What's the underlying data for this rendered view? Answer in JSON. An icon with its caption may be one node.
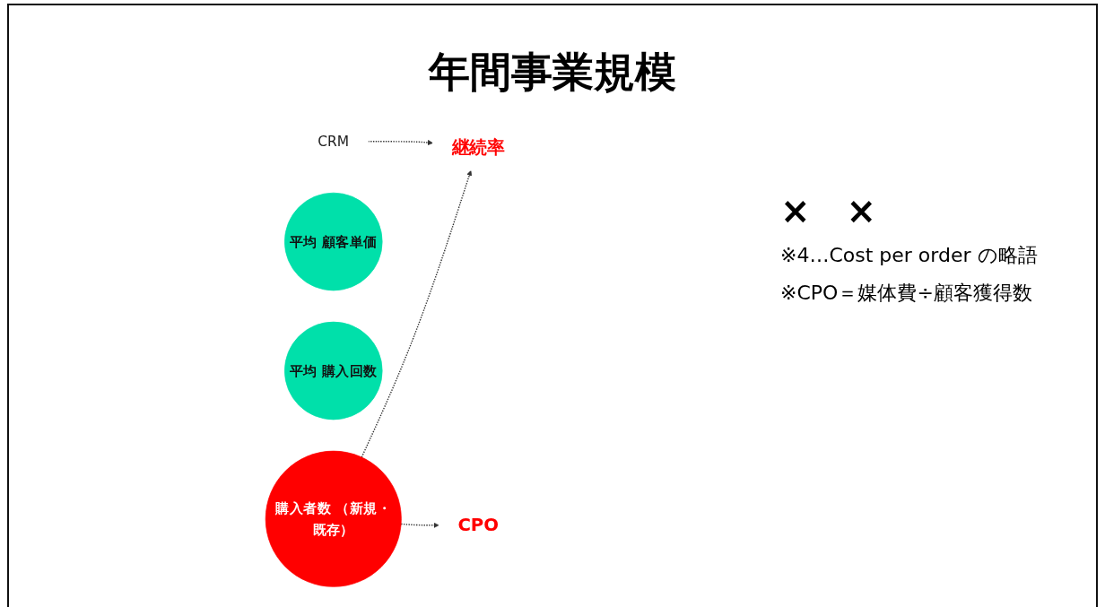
{
  "diagram": {
    "title": "年間事業規模",
    "nodes": [
      {
        "text": [
          "購入者数 （新規・既存）"
        ]
      },
      {
        "text": [
          "平均 顧客単価"
        ]
      },
      {
        "text": [
          "平均 購入回数"
        ]
      },
      {
        "text": [
          "継続率"
        ]
      },
      {
        "text": [
          "CPO"
        ]
      },
      {
        "text": [
          "CRM"
        ]
      }
    ],
    "edges": [
      {
        "from": 0,
        "to": 3,
        "arrow": "to",
        "style": "dashed"
      },
      {
        "from": 0,
        "to": 4,
        "arrow": "to",
        "style": "dashed"
      },
      {
        "from": 5,
        "to": 3,
        "arrow": "to",
        "style": "dashed"
      }
    ],
    "labels": [
      "×",
      "×",
      "※4…Cost per order の略語",
      "※CPO＝媒体費÷顧客獲得数"
    ]
  }
}
